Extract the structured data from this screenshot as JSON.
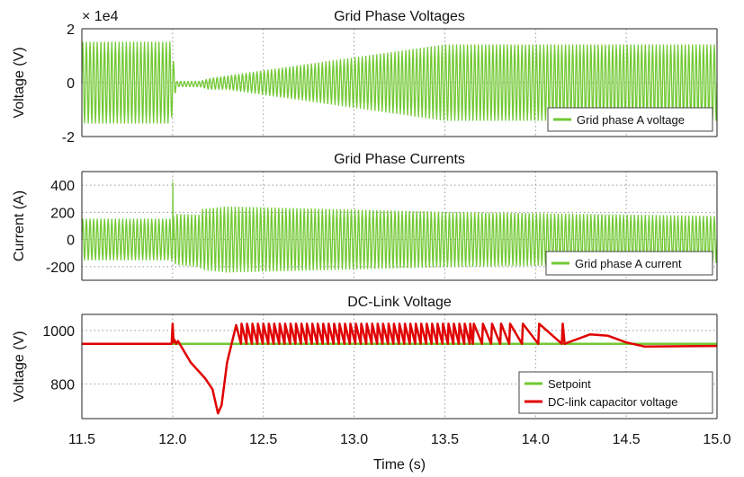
{
  "chart_data": [
    {
      "type": "line",
      "title": "Grid Phase Voltages",
      "ylabel": "Voltage (V)",
      "exponent_label": "× 1e4",
      "ylim": [
        -20000,
        20000
      ],
      "yticks": [
        -20000,
        0,
        20000
      ],
      "ytick_labels": [
        "-2",
        "0",
        "2"
      ],
      "xlim": [
        11.5,
        15.0
      ],
      "series": [
        {
          "name": "Grid phase A voltage",
          "color": "#72c934",
          "frequency_hz": 50,
          "envelope": {
            "t": [
              11.5,
              11.99,
              12.02,
              12.15,
              12.2,
              12.3,
              13.5,
              15.0
            ],
            "amplitude": [
              15000,
              15000,
              1000,
              1000,
              2000,
              2500,
              14000,
              14000
            ],
            "offset": [
              0,
              0,
              -500,
              -500,
              -500,
              0,
              0,
              0
            ]
          }
        }
      ],
      "legend": "bottom-right"
    },
    {
      "type": "line",
      "title": "Grid Phase Currents",
      "ylabel": "Current (A)",
      "ylim": [
        -300,
        500
      ],
      "yticks": [
        -200,
        0,
        200,
        400
      ],
      "ytick_labels": [
        "-200",
        "0",
        "200",
        "400"
      ],
      "xlim": [
        11.5,
        15.0
      ],
      "series": [
        {
          "name": "Grid phase A current",
          "color": "#72c934",
          "frequency_hz": 50,
          "spike": {
            "t": 12.0,
            "value": 420
          },
          "envelope": {
            "t": [
              11.5,
              11.99,
              12.02,
              12.15,
              12.16,
              12.3,
              13.5,
              15.0
            ],
            "amplitude": [
              150,
              150,
              185,
              190,
              220,
              240,
              200,
              170
            ],
            "offset": [
              0,
              0,
              0,
              -10,
              0,
              0,
              0,
              0
            ]
          }
        }
      ],
      "legend": "bottom-right"
    },
    {
      "type": "line",
      "title": "DC-Link Voltage",
      "ylabel": "Voltage (V)",
      "xlabel": "Time (s)",
      "ylim": [
        670,
        1060
      ],
      "yticks": [
        800,
        1000
      ],
      "ytick_labels": [
        "800",
        "1000"
      ],
      "xlim": [
        11.5,
        15.0
      ],
      "xticks": [
        11.5,
        12.0,
        12.5,
        13.0,
        13.5,
        14.0,
        14.5,
        15.0
      ],
      "xtick_labels": [
        "11.5",
        "12.0",
        "12.5",
        "13.0",
        "13.5",
        "14.0",
        "14.5",
        "15.0"
      ],
      "series": [
        {
          "name": "Setpoint",
          "color": "#72c934",
          "x": [
            11.5,
            15.0
          ],
          "y": [
            950,
            950
          ]
        },
        {
          "name": "DC-link capacitor voltage",
          "color": "#e00000",
          "x": [
            11.5,
            11.995,
            12.0,
            12.005,
            12.01,
            12.02,
            12.03,
            12.1,
            12.18,
            12.22,
            12.25,
            12.27,
            12.3,
            12.35
          ],
          "y": [
            950,
            950,
            1025,
            955,
            965,
            950,
            960,
            880,
            820,
            780,
            690,
            720,
            880,
            1020
          ],
          "sawtooth": {
            "start": 12.35,
            "end": 13.62,
            "period": 0.03,
            "low": 950,
            "high": 1025
          },
          "late_peaks": [
            13.66,
            13.71,
            13.76,
            13.81,
            13.86,
            13.93,
            14.02,
            14.15
          ],
          "tail": {
            "x": [
              14.16,
              14.3,
              14.4,
              14.5,
              14.6,
              15.0
            ],
            "y": [
              950,
              985,
              980,
              955,
              940,
              942
            ]
          }
        }
      ],
      "legend": "bottom-right"
    }
  ]
}
